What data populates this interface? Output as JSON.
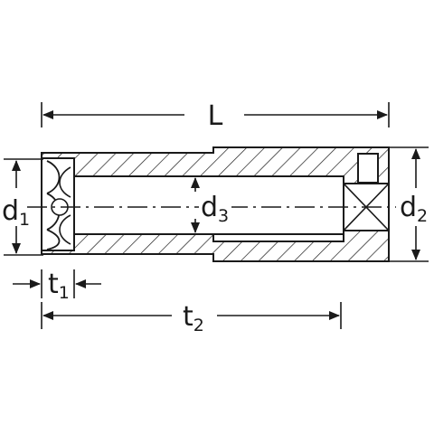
{
  "dimensions": {
    "L": {
      "main": "L",
      "sub": ""
    },
    "d1": {
      "main": "d",
      "sub": "1"
    },
    "d2": {
      "main": "d",
      "sub": "2"
    },
    "d3": {
      "main": "d",
      "sub": "3"
    },
    "t1": {
      "main": "t",
      "sub": "1"
    },
    "t2": {
      "main": "t",
      "sub": "2"
    }
  },
  "colors": {
    "ink": "#1a1a1a",
    "background": "#ffffff"
  }
}
